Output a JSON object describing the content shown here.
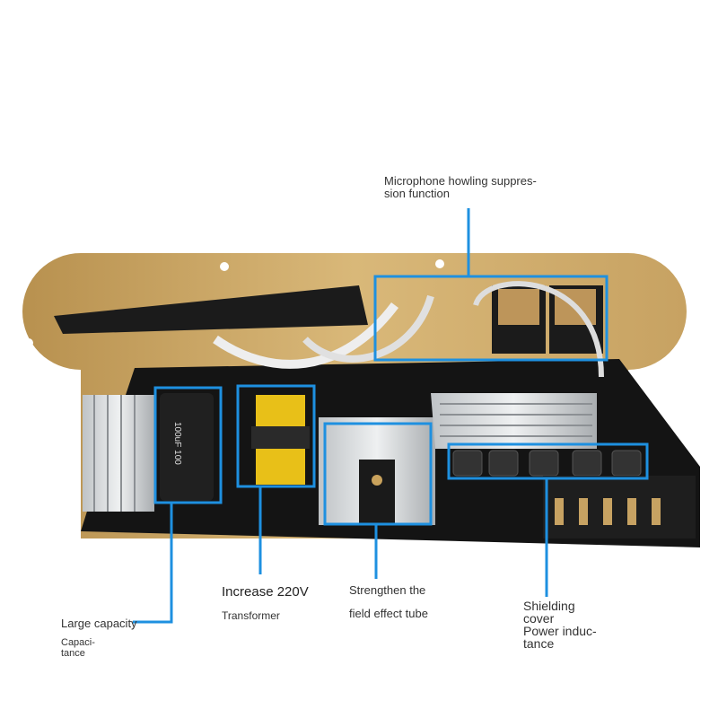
{
  "callouts": {
    "microphone": {
      "line1": "Microphone howling suppres-",
      "line2": "sion function"
    },
    "capacity": {
      "line1": "Large capacity",
      "line2": "Capaci-",
      "line3": "tance"
    },
    "transformer": {
      "line1": "Increase 220V",
      "line2": "Transformer"
    },
    "fet": {
      "line1": "Strengthen the",
      "line2": "field effect tube"
    },
    "shielding": {
      "line1": "Shielding",
      "line2": "cover",
      "line3": "Power induc-",
      "line4": "tance"
    }
  },
  "capacitor_marking": "100uF 100",
  "colors": {
    "callout_blue": "#1e90e0",
    "plate_gold": "#c9a25c",
    "board_black": "#141414"
  }
}
